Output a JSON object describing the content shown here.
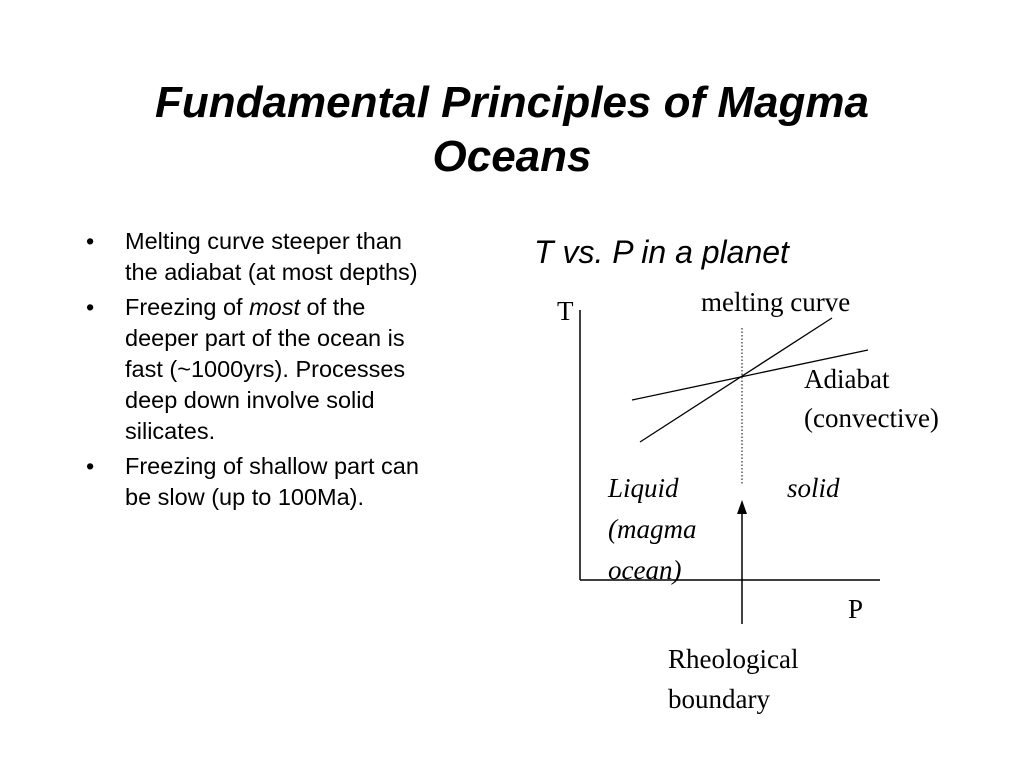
{
  "slide": {
    "title_line1": "Fundamental Principles of Magma",
    "title_line2": "Oceans"
  },
  "bullets": [
    {
      "marker": "•",
      "text_lines": [
        "Melting curve steeper than",
        "the adiabat (at most depths)"
      ]
    },
    {
      "marker": "•",
      "pre": "Freezing of ",
      "emph": "most",
      "post": " of the",
      "text_lines": [
        "deeper part of the ocean is",
        "fast (~1000yrs). Processes",
        "deep down involve solid",
        "silicates."
      ]
    },
    {
      "marker": "•",
      "text_lines": [
        "Freezing of shallow part can",
        "be slow (up to 100Ma)."
      ]
    }
  ],
  "diagram": {
    "subtitle": "T vs. P in a planet",
    "y_axis_label": "T",
    "x_axis_label": "P",
    "melting_curve_label": "melting curve",
    "adiabat_label_line1": "Adiabat",
    "adiabat_label_line2": "(convective)",
    "liquid_label_line1": "Liquid",
    "liquid_label_line2": "(magma",
    "liquid_label_line3": "ocean)",
    "solid_label": "solid",
    "boundary_label_line1": "Rheological",
    "boundary_label_line2": "boundary"
  }
}
